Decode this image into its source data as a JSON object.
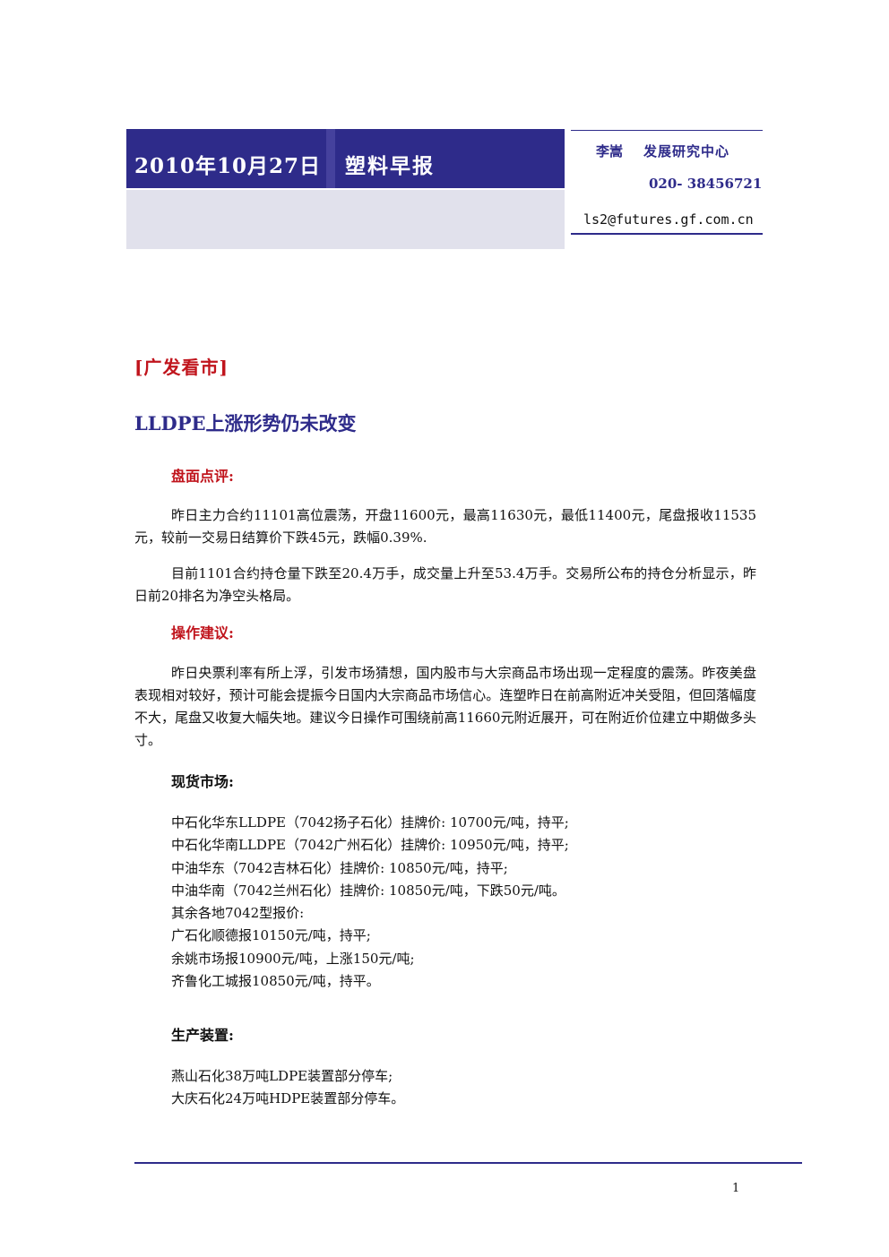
{
  "header": {
    "date": "2010年10月27日",
    "report_title": "塑料早报",
    "author": "李嵩",
    "department": "发展研究中心",
    "phone": "020- 38456721",
    "email": "ls2@futures.gf.com.cn"
  },
  "section_tag": "[广发看市]",
  "headline": "LLDPE上涨形势仍未改变",
  "market_review": {
    "heading": "盘面点评:",
    "paragraphs": [
      "昨日主力合约11101高位震荡，开盘11600元，最高11630元，最低11400元，尾盘报收11535元，较前一交易日结算价下跌45元，跌幅0.39%.",
      "目前1101合约持仓量下跌至20.4万手，成交量上升至53.4万手。交易所公布的持仓分析显示，昨日前20排名为净空头格局。"
    ]
  },
  "advice": {
    "heading": "操作建议:",
    "paragraph": "昨日央票利率有所上浮，引发市场猜想，国内股市与大宗商品市场出现一定程度的震荡。昨夜美盘表现相对较好，预计可能会提振今日国内大宗商品市场信心。连塑昨日在前高附近冲关受阻，但回落幅度不大，尾盘又收复大幅失地。建议今日操作可围绕前高11660元附近展开，可在附近价位建立中期做多头寸。"
  },
  "spot_market": {
    "heading": "现货市场:",
    "lines": [
      "中石化华东LLDPE（7042扬子石化）挂牌价: 10700元/吨，持平;",
      "中石化华南LLDPE（7042广州石化）挂牌价: 10950元/吨，持平;",
      "中油华东（7042吉林石化）挂牌价: 10850元/吨，持平;",
      "中油华南（7042兰州石化）挂牌价: 10850元/吨，下跌50元/吨。",
      "其余各地7042型报价:",
      "广石化顺德报10150元/吨，持平;",
      "余姚市场报10900元/吨，上涨150元/吨;",
      "齐鲁化工城报10850元/吨，持平。"
    ]
  },
  "production": {
    "heading": "生产装置:",
    "lines": [
      "燕山石化38万吨LDPE装置部分停车;",
      "大庆石化24万吨HDPE装置部分停车。"
    ]
  },
  "footer": {
    "page_number": "1"
  },
  "colors": {
    "brand_navy": "#2e2b8a",
    "banner_light": "#e1e1ec",
    "accent_red": "#c0141c"
  }
}
